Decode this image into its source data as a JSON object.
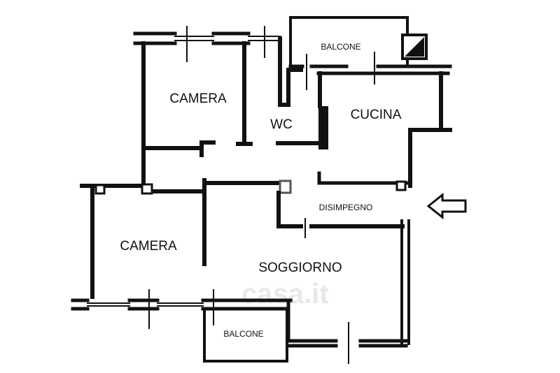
{
  "rooms": {
    "camera_top": "CAMERA",
    "wc": "WC",
    "cucina": "CUCINA",
    "balcone_top": "BALCONE",
    "disimpegno": "DISIMPEGNO",
    "camera_bottom": "CAMERA",
    "soggiorno": "SOGGIORNO",
    "balcone_bottom": "BALCONE"
  },
  "watermark": "casa.it",
  "colors": {
    "wall": "#111111",
    "background": "#ffffff"
  }
}
